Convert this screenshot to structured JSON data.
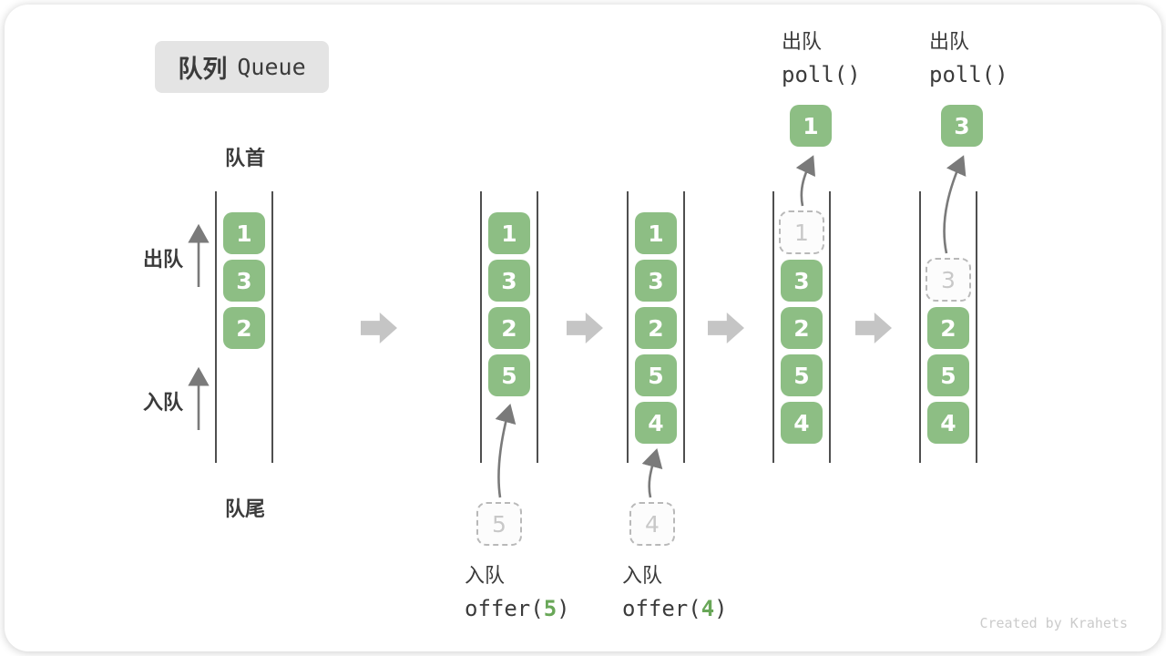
{
  "title": {
    "zh": "队列",
    "en": "Queue"
  },
  "side_labels": {
    "front": "队首",
    "rear": "队尾",
    "dequeue": "出队",
    "enqueue": "入队"
  },
  "columns": [
    {
      "cells": [
        "1",
        "3",
        "2"
      ]
    },
    {
      "cells": [
        "1",
        "3",
        "2",
        "5"
      ],
      "incoming": "5"
    },
    {
      "cells": [
        "1",
        "3",
        "2",
        "5",
        "4"
      ],
      "incoming": "4"
    },
    {
      "cells": [
        "3",
        "2",
        "5",
        "4"
      ],
      "removed": "1",
      "popped": "1"
    },
    {
      "cells": [
        "2",
        "5",
        "4"
      ],
      "removed": "3",
      "popped": "3"
    }
  ],
  "operations": {
    "offer5": {
      "label": "入队",
      "code_prefix": "offer(",
      "arg": "5",
      "code_suffix": ")"
    },
    "offer4": {
      "label": "入队",
      "code_prefix": "offer(",
      "arg": "4",
      "code_suffix": ")"
    },
    "poll1": {
      "label": "出队",
      "code": "poll()"
    },
    "poll3": {
      "label": "出队",
      "code": "poll()"
    }
  },
  "watermark": "Created by Krahets",
  "colors": {
    "box_green": "#8dbe84",
    "arg_green": "#69a758",
    "block_arrow_gray": "#c5c5c5",
    "rail_gray": "#4f4f4f",
    "dashed_gray": "#b9b9b9",
    "badge_bg": "#e4e4e4"
  }
}
